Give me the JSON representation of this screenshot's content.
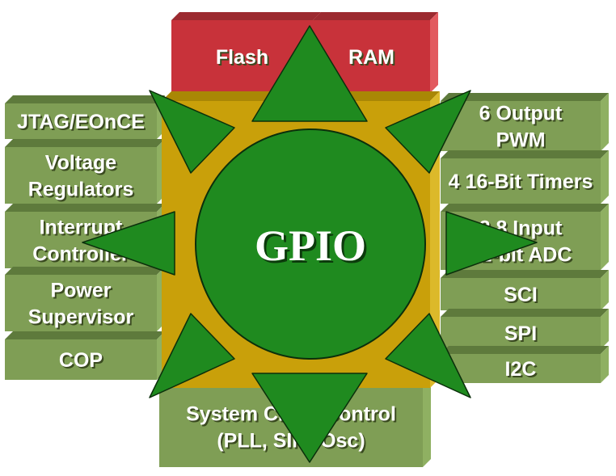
{
  "diagram": {
    "center_label": "GPIO",
    "top_blocks": [
      {
        "id": "flash",
        "lines": [
          "Flash"
        ]
      },
      {
        "id": "ram",
        "lines": [
          "RAM"
        ]
      }
    ],
    "left_blocks": [
      {
        "id": "jtag",
        "lines": [
          "JTAG/EOnCE"
        ]
      },
      {
        "id": "voltage",
        "lines": [
          "Voltage",
          "Regulators"
        ]
      },
      {
        "id": "interrupt",
        "lines": [
          "Interrupt",
          "Controller"
        ]
      },
      {
        "id": "power",
        "lines": [
          "Power",
          "Supervisor"
        ]
      },
      {
        "id": "cop",
        "lines": [
          "COP"
        ]
      }
    ],
    "right_blocks": [
      {
        "id": "pwm",
        "lines": [
          "6 Output",
          "PWM"
        ]
      },
      {
        "id": "timers",
        "lines": [
          "4 16-Bit Timers"
        ]
      },
      {
        "id": "adc",
        "lines": [
          "2 8 Input",
          "12-bit ADC"
        ]
      },
      {
        "id": "sci",
        "lines": [
          "SCI"
        ]
      },
      {
        "id": "spi",
        "lines": [
          "SPI"
        ]
      },
      {
        "id": "i2c",
        "lines": [
          "I2C"
        ]
      }
    ],
    "bottom_blocks": [
      {
        "id": "clock",
        "lines": [
          "System Clock Control",
          "(PLL, SIM, Osc)"
        ]
      }
    ],
    "colors": {
      "memory_face": "#c8323a",
      "memory_top": "#9c2a30",
      "memory_side": "#e25a5f",
      "peripheral_face": "#7f9e55",
      "peripheral_top": "#5e7a3c",
      "peripheral_side": "#8fb062",
      "core_plate": "#c9a00a",
      "gpio_circle": "#1f8a1f",
      "arrow": "#1f8a1f",
      "outline": "#0b2f0b"
    }
  }
}
